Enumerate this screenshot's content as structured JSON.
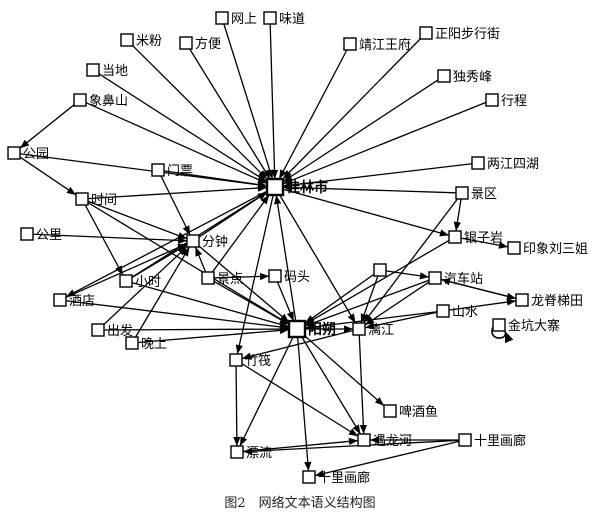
{
  "figure": {
    "caption": "图2　网络文本语义结构图"
  },
  "nodes": [
    {
      "id": "wangshang",
      "label": "网上"
    },
    {
      "id": "weidao",
      "label": "味道"
    },
    {
      "id": "mifen",
      "label": "米粉"
    },
    {
      "id": "fangbian",
      "label": "方便"
    },
    {
      "id": "jingjiang",
      "label": "靖江王府"
    },
    {
      "id": "zhengyang",
      "label": "正阳步行街"
    },
    {
      "id": "dangdi",
      "label": "当地"
    },
    {
      "id": "duxiufeng",
      "label": "独秀峰"
    },
    {
      "id": "xiangbishan",
      "label": "象鼻山"
    },
    {
      "id": "xingcheng",
      "label": "行程"
    },
    {
      "id": "gongyuan",
      "label": "公园"
    },
    {
      "id": "menpiao",
      "label": "门票"
    },
    {
      "id": "liangjiang",
      "label": "两江四湖"
    },
    {
      "id": "guilin",
      "label": "桂林市"
    },
    {
      "id": "shijian",
      "label": "时间"
    },
    {
      "id": "jingqu",
      "label": "景区"
    },
    {
      "id": "gongli",
      "label": "公里"
    },
    {
      "id": "fenzhong",
      "label": "分钟"
    },
    {
      "id": "yinziyan",
      "label": "银子岩"
    },
    {
      "id": "yinxiang",
      "label": "印象刘三姐"
    },
    {
      "id": "xiaoshi",
      "label": "小时"
    },
    {
      "id": "jingdian",
      "label": "景点"
    },
    {
      "id": "matou",
      "label": "码头"
    },
    {
      "id": "qichezhan",
      "label": "汽车站"
    },
    {
      "id": "jiudian",
      "label": "酒店"
    },
    {
      "id": "longji",
      "label": "龙脊梯田"
    },
    {
      "id": "shanshui",
      "label": "山水"
    },
    {
      "id": "jinkeng",
      "label": "金坑大寨"
    },
    {
      "id": "chufa",
      "label": "出发"
    },
    {
      "id": "yangshuo",
      "label": "阳朔"
    },
    {
      "id": "lijiang",
      "label": "漓江"
    },
    {
      "id": "wanshang",
      "label": "晚上"
    },
    {
      "id": "zhufa",
      "label": "竹筏"
    },
    {
      "id": "pijiuyu",
      "label": "啤酒鱼"
    },
    {
      "id": "piaoliu",
      "label": "漂流"
    },
    {
      "id": "yulonghe",
      "label": "遇龙河"
    },
    {
      "id": "shilihualang_r",
      "label": "十里画廊"
    },
    {
      "id": "shilihualang_b",
      "label": "十里画廊"
    },
    {
      "id": "nolabel",
      "label": ""
    }
  ],
  "edges": [
    [
      "mifen",
      "guilin"
    ],
    [
      "dangdi",
      "guilin"
    ],
    [
      "xiangbishan",
      "guilin"
    ],
    [
      "wangshang",
      "guilin"
    ],
    [
      "weidao",
      "guilin"
    ],
    [
      "fangbian",
      "guilin"
    ],
    [
      "jingjiang",
      "guilin"
    ],
    [
      "zhengyang",
      "guilin"
    ],
    [
      "duxiufeng",
      "guilin"
    ],
    [
      "xingcheng",
      "guilin"
    ],
    [
      "liangjiang",
      "guilin"
    ],
    [
      "jingqu",
      "guilin"
    ],
    [
      "menpiao",
      "guilin"
    ],
    [
      "gongyuan",
      "guilin"
    ],
    [
      "shijian",
      "guilin"
    ],
    [
      "fenzhong",
      "guilin"
    ],
    [
      "xiaoshi",
      "guilin"
    ],
    [
      "jingdian",
      "guilin"
    ],
    [
      "yangshuo",
      "guilin"
    ],
    [
      "guilin",
      "yinziyan"
    ],
    [
      "guilin",
      "lijiang"
    ],
    [
      "guilin",
      "zhufa"
    ],
    [
      "guilin",
      "jiudian"
    ],
    [
      "gongyuan",
      "shijian"
    ],
    [
      "xiangbishan",
      "gongyuan"
    ],
    [
      "shijian",
      "fenzhong"
    ],
    [
      "shijian",
      "xiaoshi"
    ],
    [
      "shijian",
      "yangshuo"
    ],
    [
      "gongli",
      "fenzhong"
    ],
    [
      "menpiao",
      "fenzhong"
    ],
    [
      "xiaoshi",
      "fenzhong"
    ],
    [
      "jingdian",
      "fenzhong"
    ],
    [
      "jiudian",
      "fenzhong"
    ],
    [
      "chufa",
      "fenzhong"
    ],
    [
      "wanshang",
      "fenzhong"
    ],
    [
      "fenzhong",
      "yangshuo"
    ],
    [
      "xiaoshi",
      "yangshuo"
    ],
    [
      "jingdian",
      "yangshuo"
    ],
    [
      "jingdian",
      "matou"
    ],
    [
      "matou",
      "yangshuo"
    ],
    [
      "jiudian",
      "yangshuo"
    ],
    [
      "chufa",
      "yangshuo"
    ],
    [
      "wanshang",
      "yangshuo"
    ],
    [
      "yangshuo",
      "lijiang"
    ],
    [
      "qichezhan",
      "yangshuo"
    ],
    [
      "shanshui",
      "yangshuo"
    ],
    [
      "nolabel",
      "yangshuo"
    ],
    [
      "yinziyan",
      "yangshuo"
    ],
    [
      "jingqu",
      "lijiang"
    ],
    [
      "nolabel",
      "lijiang"
    ],
    [
      "qichezhan",
      "lijiang"
    ],
    [
      "qichezhan",
      "longji"
    ],
    [
      "shanshui",
      "lijiang"
    ],
    [
      "yangshuo",
      "piaoliu"
    ],
    [
      "yangshuo",
      "yulonghe"
    ],
    [
      "yangshuo",
      "shilihualang_b"
    ],
    [
      "yangshuo",
      "pijiuyu"
    ],
    [
      "lijiang",
      "yulonghe"
    ],
    [
      "lijiang",
      "zhufa"
    ],
    [
      "yinziyan",
      "yinxiang"
    ],
    [
      "zhufa",
      "piaoliu"
    ],
    [
      "zhufa",
      "yulonghe"
    ],
    [
      "piaoliu",
      "yulonghe"
    ],
    [
      "shilihualang_r",
      "yulonghe"
    ],
    [
      "shilihualang_r",
      "piaoliu"
    ],
    [
      "shilihualang_r",
      "shilihualang_b"
    ],
    [
      "jingqu",
      "yinziyan"
    ],
    [
      "longji",
      "qichezhan"
    ],
    [
      "shanshui",
      "longji"
    ],
    [
      "nolabel",
      "qichezhan"
    ],
    [
      "jinkeng",
      "jinkeng"
    ]
  ]
}
